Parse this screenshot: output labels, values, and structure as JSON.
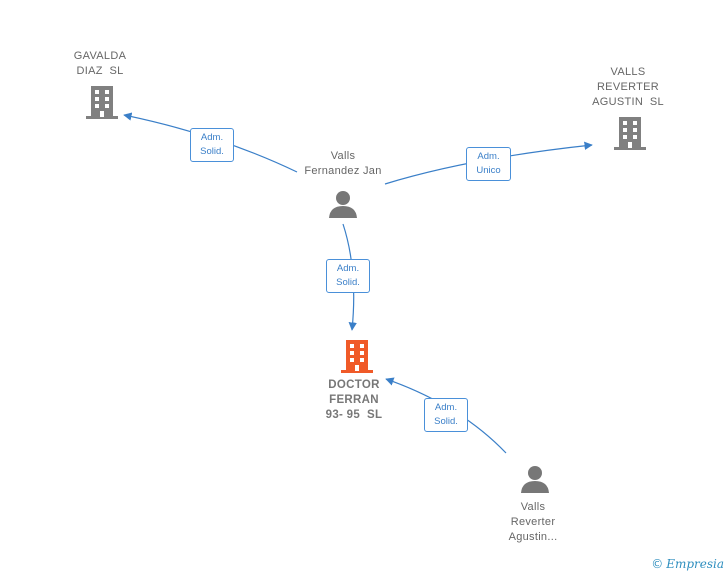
{
  "colors": {
    "edge": "#3a7fc8",
    "company": "#808080",
    "company_main": "#f05a28",
    "person": "#777777",
    "brand": "#2f8fbf"
  },
  "nodes": {
    "gavalda": {
      "lines": [
        "GAVALDA",
        "DIAZ  SL"
      ],
      "icon": "building-icon"
    },
    "valls_reverter_agustin_sl": {
      "lines": [
        "VALLS",
        "REVERTER",
        "AGUSTIN  SL"
      ],
      "icon": "building-icon"
    },
    "valls_fernandez": {
      "lines": [
        "Valls",
        "Fernandez Jan"
      ],
      "icon": "person-icon"
    },
    "doctor_ferran": {
      "lines": [
        "DOCTOR",
        "FERRAN",
        "93- 95  SL"
      ],
      "icon": "building-icon"
    },
    "valls_reverter_agustin": {
      "lines": [
        "Valls",
        "Reverter",
        "Agustin..."
      ],
      "icon": "person-icon"
    }
  },
  "edges": [
    {
      "from": "valls_fernandez",
      "to": "gavalda",
      "label": [
        "Adm.",
        "Solid."
      ]
    },
    {
      "from": "valls_fernandez",
      "to": "valls_reverter_agustin_sl",
      "label": [
        "Adm.",
        "Unico"
      ]
    },
    {
      "from": "valls_fernandez",
      "to": "doctor_ferran",
      "label": [
        "Adm.",
        "Solid."
      ]
    },
    {
      "from": "valls_reverter_agustin",
      "to": "doctor_ferran",
      "label": [
        "Adm.",
        "Solid."
      ]
    }
  ],
  "brand": {
    "symbol": "©",
    "name": "Empresia"
  }
}
